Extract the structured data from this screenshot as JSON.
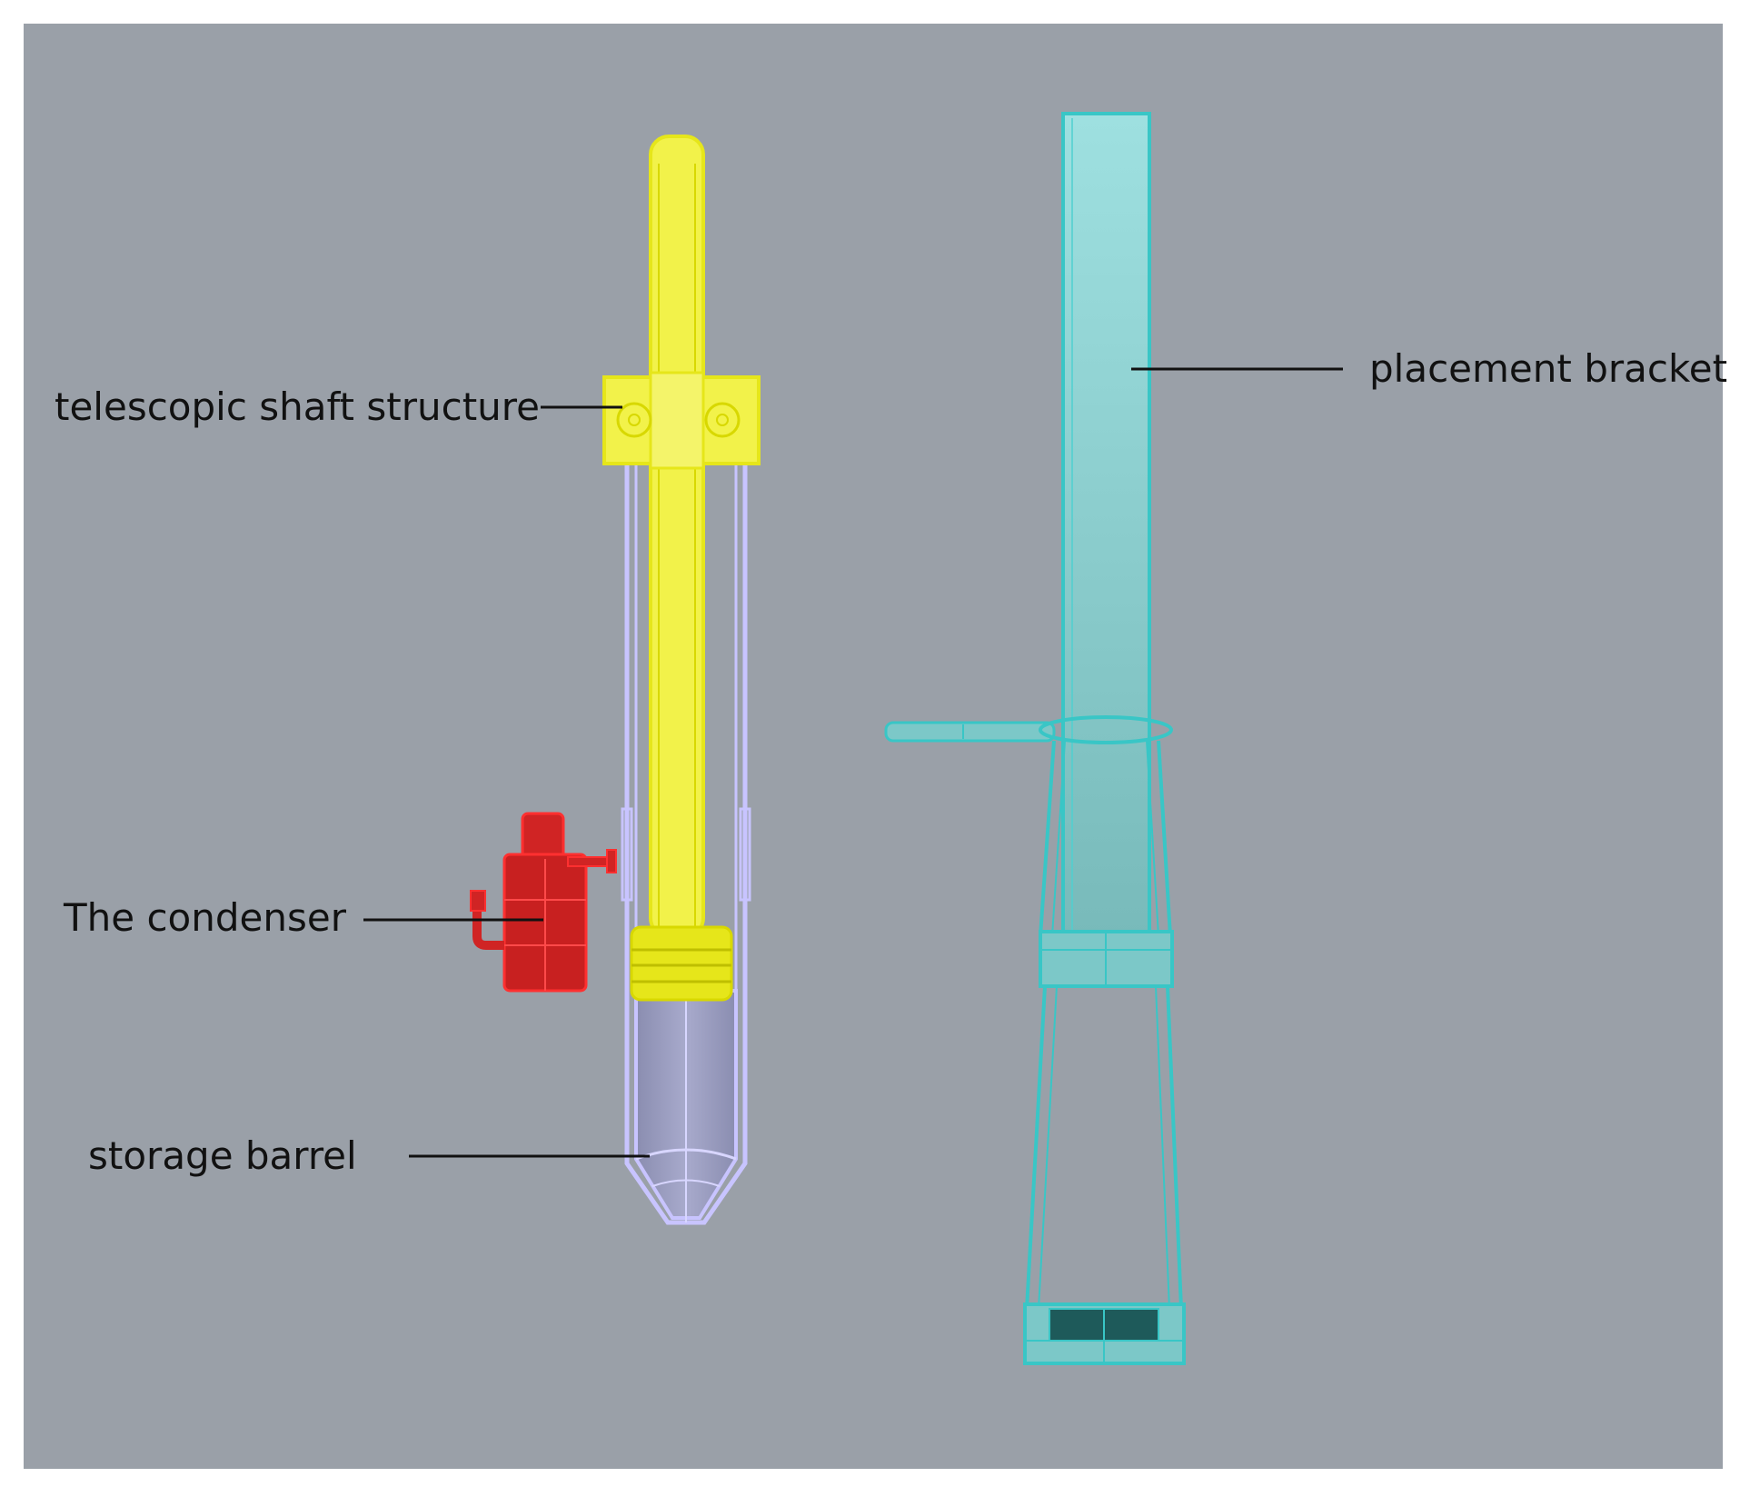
{
  "labels": {
    "telescopic_shaft": "telescopic shaft structure",
    "condenser": "The condenser",
    "storage_barrel": "storage barrel",
    "placement_bracket": "placement bracket"
  },
  "colors": {
    "background": "#9aa0a8",
    "shaft": "#f2f24a",
    "shaft_edge": "#e6e61a",
    "barrel_edge": "#c8c4ff",
    "barrel_fill": "#8d8fb0",
    "condenser": "#d02424",
    "condenser_edge": "#ff3030",
    "bracket": "#7cc8c8",
    "bracket_edge": "#39c6c6"
  },
  "icons": {
    "shaft": "telescopic-shaft-illustration",
    "barrel": "storage-barrel-illustration",
    "condenser": "condenser-illustration",
    "bracket": "placement-bracket-illustration"
  }
}
